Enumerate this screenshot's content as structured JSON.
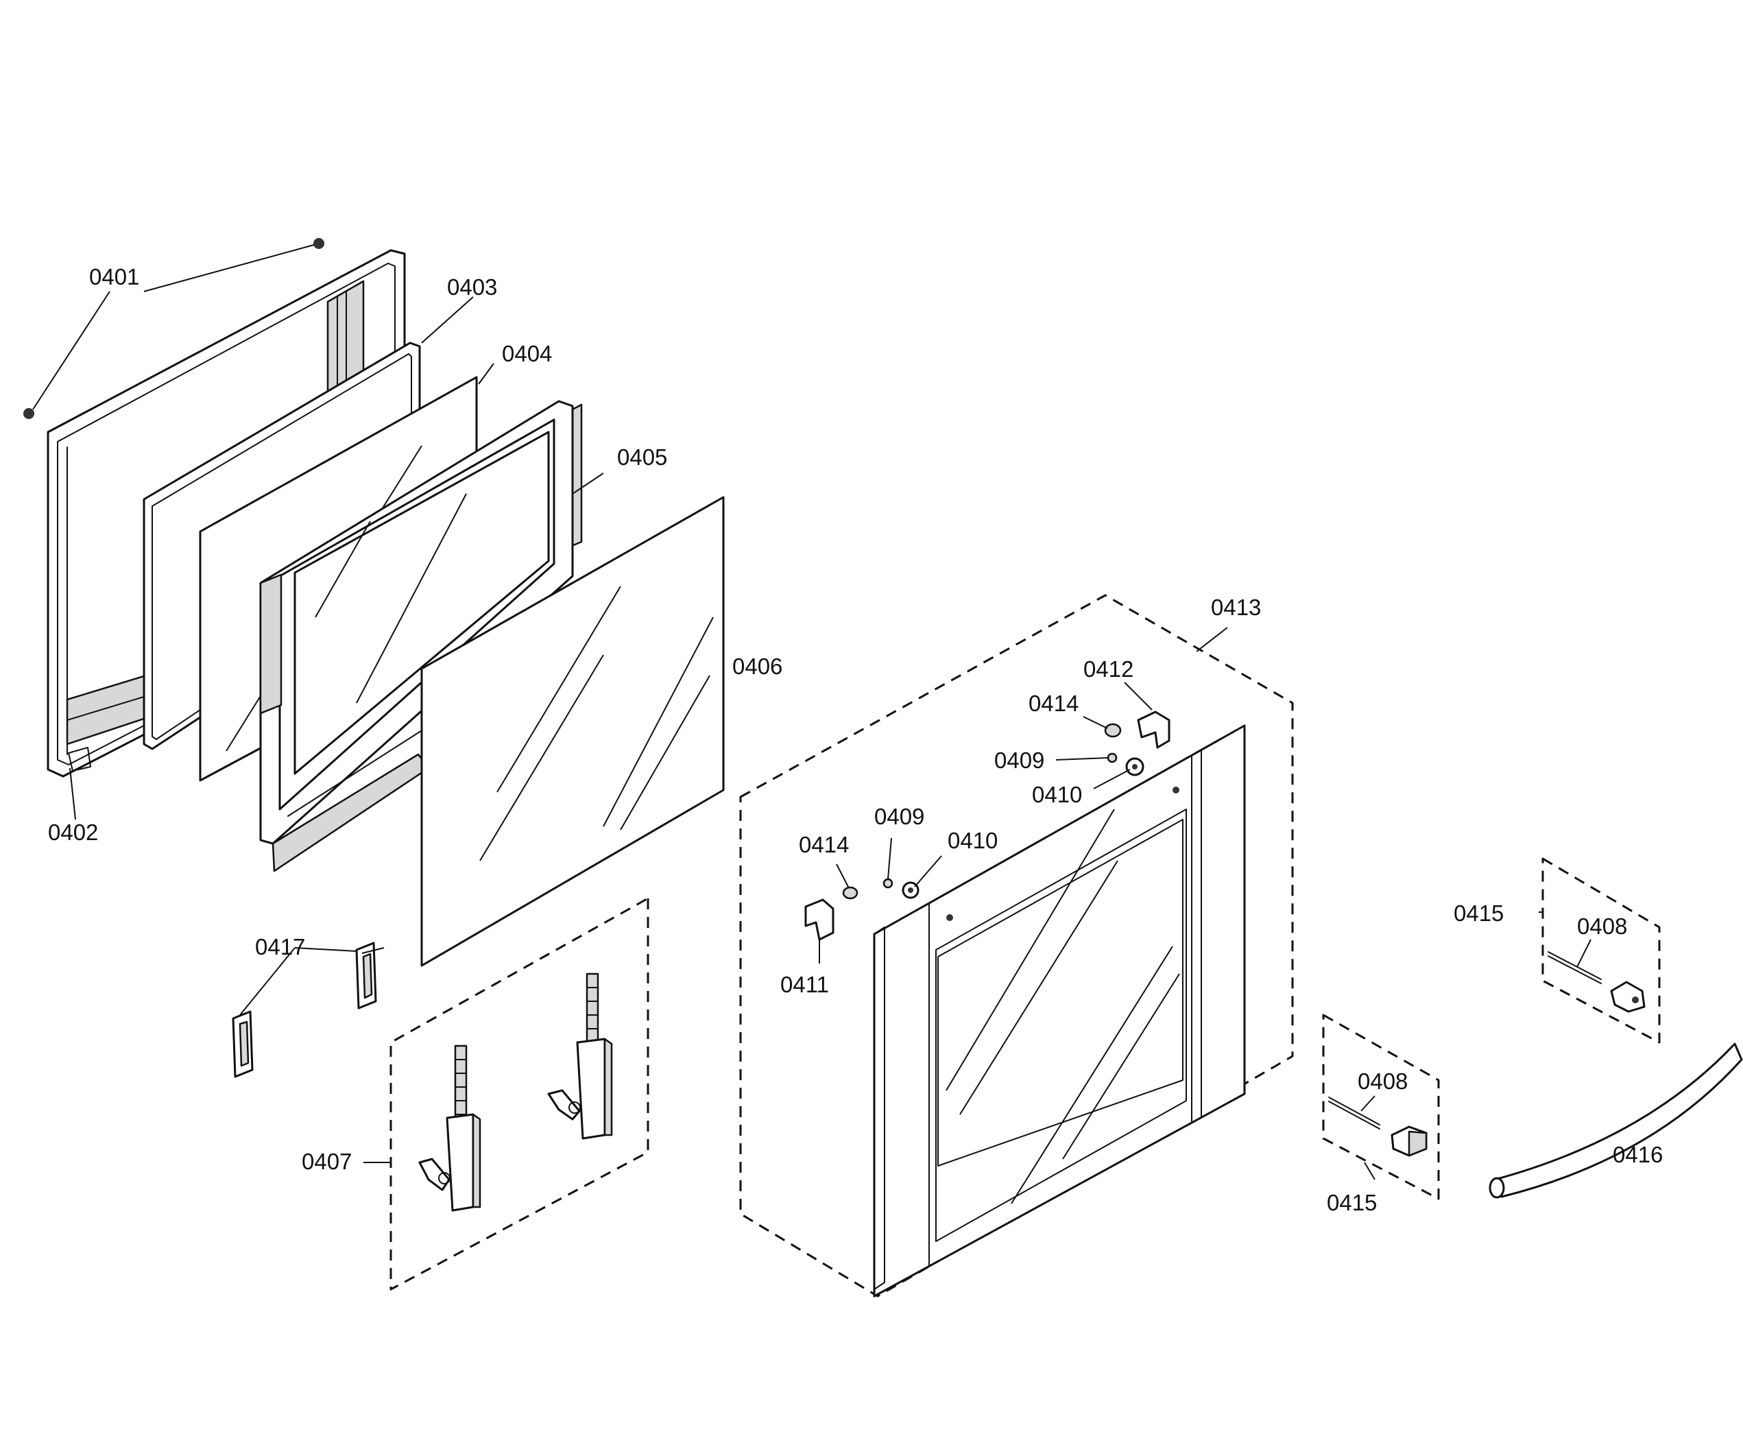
{
  "callouts": {
    "c0401": "0401",
    "c0402": "0402",
    "c0403": "0403",
    "c0404": "0404",
    "c0405": "0405",
    "c0406": "0406",
    "c0407": "0407",
    "c0408a": "0408",
    "c0408b": "0408",
    "c0409a": "0409",
    "c0409b": "0409",
    "c0410a": "0410",
    "c0410b": "0410",
    "c0411": "0411",
    "c0412": "0412",
    "c0413": "0413",
    "c0414a": "0414",
    "c0414b": "0414",
    "c0415a": "0415",
    "c0415b": "0415",
    "c0416": "0416",
    "c0417": "0417"
  }
}
